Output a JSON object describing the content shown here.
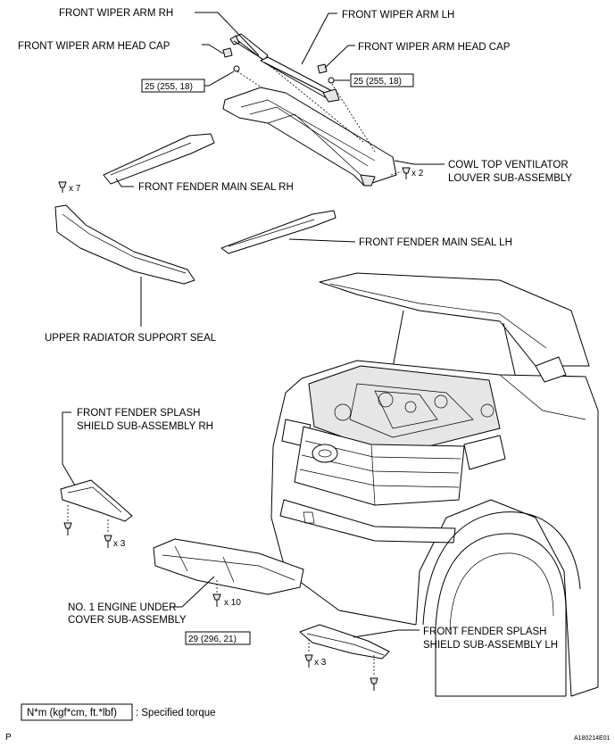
{
  "labels": {
    "wiper_arm_rh": "FRONT WIPER ARM RH",
    "wiper_arm_lh": "FRONT WIPER ARM LH",
    "head_cap_rh": "FRONT WIPER ARM HEAD CAP",
    "head_cap_lh": "FRONT WIPER ARM HEAD CAP",
    "cowl_line1": "COWL TOP VENTILATOR",
    "cowl_line2": "LOUVER SUB-ASSEMBLY",
    "seal_rh": "FRONT FENDER MAIN SEAL RH",
    "seal_lh": "FRONT FENDER MAIN SEAL LH",
    "radiator_seal": "UPPER RADIATOR SUPPORT SEAL",
    "splash_rh_line1": "FRONT FENDER SPLASH",
    "splash_rh_line2": "SHIELD SUB-ASSEMBLY RH",
    "engine_cover_line1": "NO. 1 ENGINE UNDER",
    "engine_cover_line2": "COVER SUB-ASSEMBLY",
    "splash_lh_line1": "FRONT FENDER SPLASH",
    "splash_lh_line2": "SHIELD SUB-ASSEMBLY LH"
  },
  "torques": {
    "wiper_rh": "25 (255, 18)",
    "wiper_lh": "25 (255, 18)",
    "engine_cover": "29 (296, 21)"
  },
  "quantities": {
    "cowl_clips": "x 2",
    "radiator_clips": "x 7",
    "splash_rh_bolts": "x 3",
    "engine_cover_bolts": "x 10",
    "splash_lh_bolts": "x 3"
  },
  "legend": {
    "unit_box": "N*m (kgf*cm, ft.*lbf)",
    "description": ": Specified torque"
  },
  "corner": {
    "left_code": "P",
    "figure_id": "A180214E01"
  }
}
